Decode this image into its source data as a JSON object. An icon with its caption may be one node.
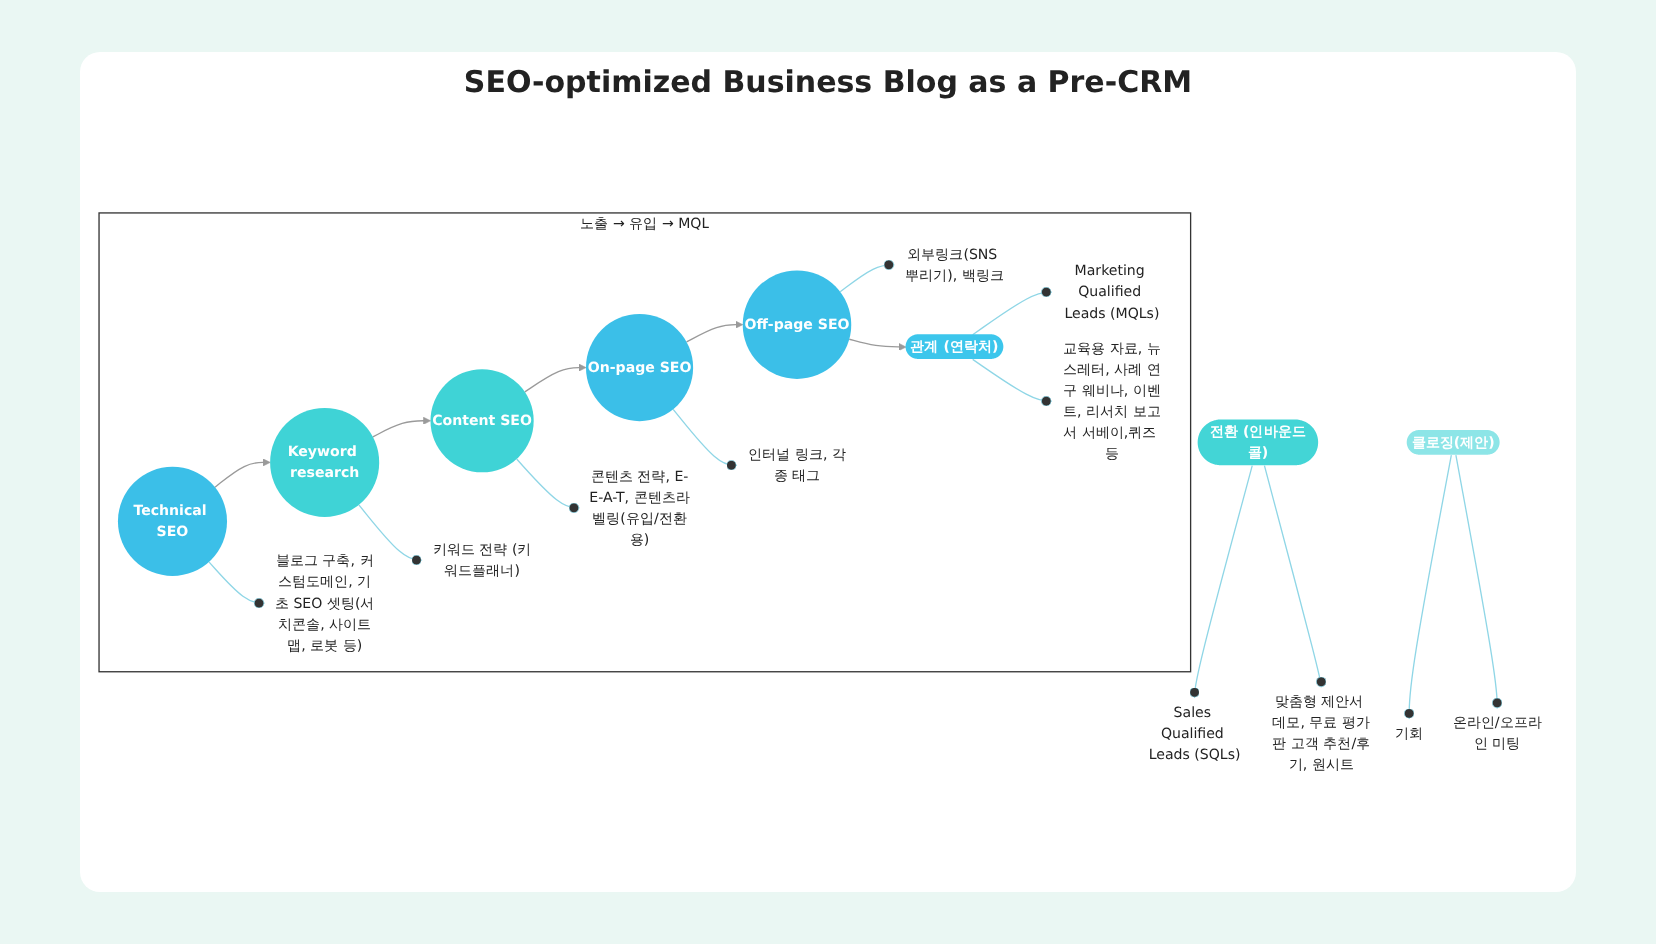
{
  "diagram": {
    "title": "SEO-optimized Business Blog as a Pre-CRM",
    "nodes": [
      {
        "text": [
          "노출 → 유입 → MQL"
        ]
      },
      {
        "text": [
          "Technical SEO"
        ],
        "in": 0
      },
      {
        "text": [
          "Keyword research"
        ],
        "in": 0
      },
      {
        "text": [
          "Content SEO"
        ],
        "in": 0
      },
      {
        "text": [
          "On-page SEO"
        ],
        "in": 0
      },
      {
        "text": [
          "Off-page SEO"
        ],
        "in": 0
      },
      {
        "text": [
          "블로그 구축, 커스텀도메인, 기초 SEO 셋팅(서치콘솔, 사이트맵, 로봇 등)"
        ],
        "in": 0
      },
      {
        "text": [
          "키워드 전략 (키워드플래너)"
        ],
        "in": 0
      },
      {
        "text": [
          "콘텐츠 전략, E-E-A-T, 콘텐츠라벨링(유입/전환용)"
        ],
        "in": 0
      },
      {
        "text": [
          "인터널 링크, 각종 태그"
        ],
        "in": 0
      },
      {
        "text": [
          "외부링크(SNS 뿌리기), 백링크"
        ],
        "in": 0
      },
      {
        "text": [
          "관계 (연락처)"
        ],
        "in": 0
      },
      {
        "text": [
          "Marketing Qualified Leads (MQLs)"
        ],
        "in": 0
      },
      {
        "text": [
          "교육용 자료, 뉴스레터, 사례 연구 웨비나, 이벤트, 리서치 보고서 서베이,퀴즈 등"
        ],
        "in": 0
      },
      {
        "text": [
          "전환 (인바운드콜)"
        ]
      },
      {
        "text": [
          "Sales Qualified Leads (SQLs)"
        ]
      },
      {
        "text": [
          "맞춤형 제안서 데모, 무료 평가판 고객 추천/후기, 원시트"
        ]
      },
      {
        "text": [
          "클로징(제안)"
        ]
      },
      {
        "text": [
          "기회"
        ]
      },
      {
        "text": [
          "온라인/오프라인 미팅"
        ]
      }
    ],
    "edges": [
      {
        "from": 1,
        "to": 2,
        "arrow": "to"
      },
      {
        "from": 2,
        "to": 3,
        "arrow": "to"
      },
      {
        "from": 3,
        "to": 4,
        "arrow": "to"
      },
      {
        "from": 4,
        "to": 5,
        "arrow": "to"
      },
      {
        "from": 1,
        "to": 6,
        "arrow": "other"
      },
      {
        "from": 2,
        "to": 7,
        "arrow": "other"
      },
      {
        "from": 3,
        "to": 8,
        "arrow": "other"
      },
      {
        "from": 4,
        "to": 9,
        "arrow": "other"
      },
      {
        "from": 5,
        "to": 10,
        "arrow": "other"
      },
      {
        "from": 5,
        "to": 11,
        "arrow": "to"
      },
      {
        "from": 11,
        "to": 12,
        "arrow": "other"
      },
      {
        "from": 11,
        "to": 13,
        "arrow": "other"
      },
      {
        "from": 14,
        "to": 15,
        "arrow": "other"
      },
      {
        "from": 14,
        "to": 16,
        "arrow": "other"
      },
      {
        "from": 17,
        "to": 18,
        "arrow": "other"
      },
      {
        "from": 17,
        "to": 19,
        "arrow": "other"
      }
    ]
  }
}
